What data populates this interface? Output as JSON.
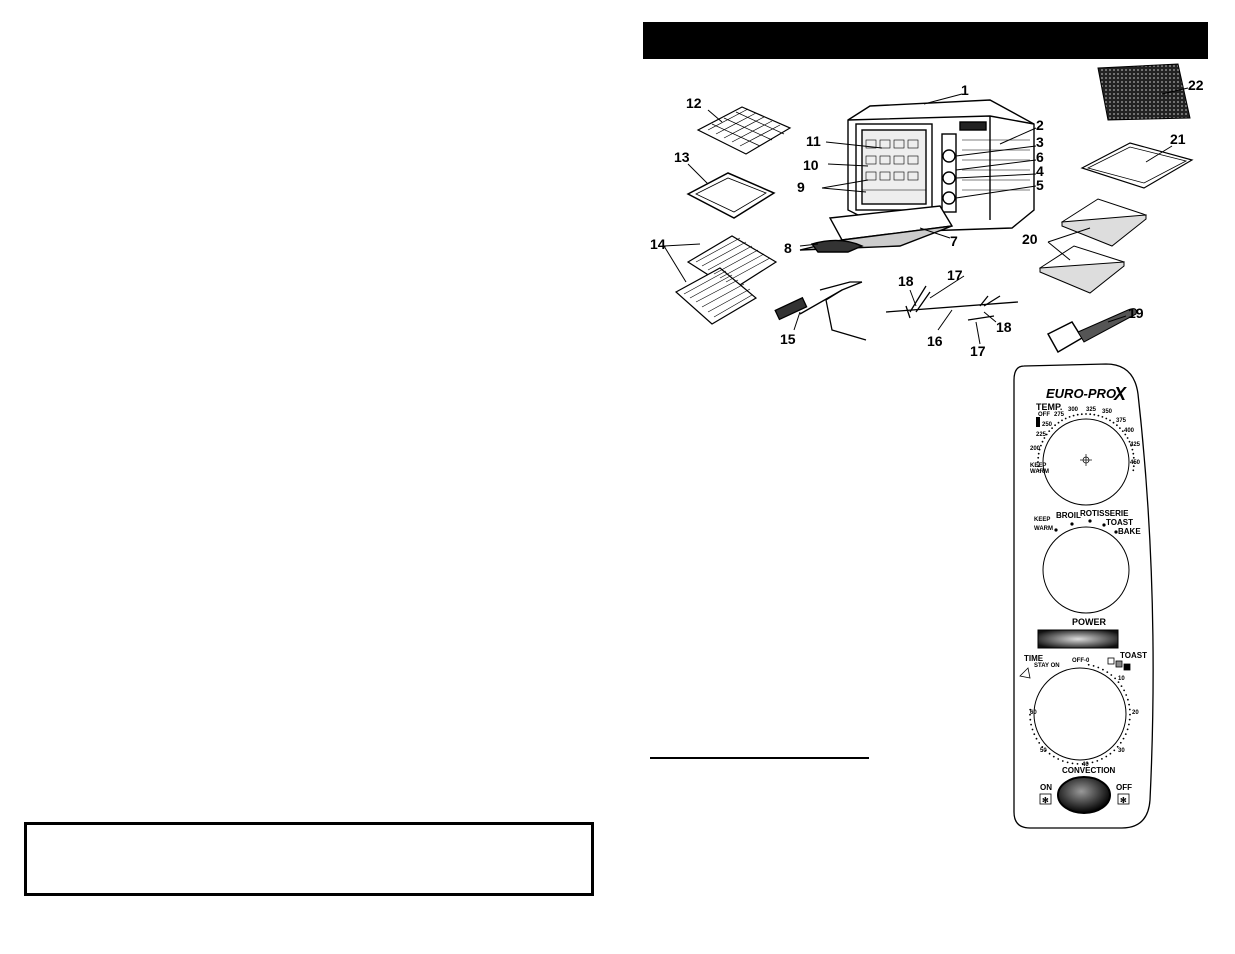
{
  "callouts": [
    "1",
    "2",
    "3",
    "4",
    "5",
    "6",
    "7",
    "8",
    "9",
    "10",
    "11",
    "12",
    "13",
    "14",
    "15",
    "16",
    "17",
    "18",
    "19",
    "20",
    "21",
    "22"
  ],
  "callout_17b": "17",
  "callout_18b": "18",
  "panel": {
    "brand": "EURO-PRO",
    "brand_x": "X",
    "temp_label": "TEMP.",
    "temp_off": "OFF",
    "temp_ticks": [
      "KEEP WARM",
      "200",
      "225",
      "250",
      "275",
      "300",
      "325",
      "350",
      "375",
      "400",
      "425",
      "450"
    ],
    "keep_warm_1": "KEEP",
    "keep_warm_2": "WARM",
    "func_keep": "KEEP",
    "func_warm": "WARM",
    "func_broil": "BROIL",
    "func_rotisserie": "ROTISSERIE",
    "func_toast": "TOAST",
    "func_bake": "BAKE",
    "power_label": "POWER",
    "time_label": "TIME",
    "stay_on": "STAY ON",
    "off_label": "OFF-0",
    "toast_label": "TOAST",
    "timer_ticks": [
      "10",
      "20",
      "30",
      "40",
      "50",
      "60"
    ],
    "convection": "CONVECTION",
    "on": "ON",
    "off": "OFF"
  },
  "colors": {
    "ink": "#000000",
    "paper": "#ffffff",
    "grey": "#777777"
  }
}
